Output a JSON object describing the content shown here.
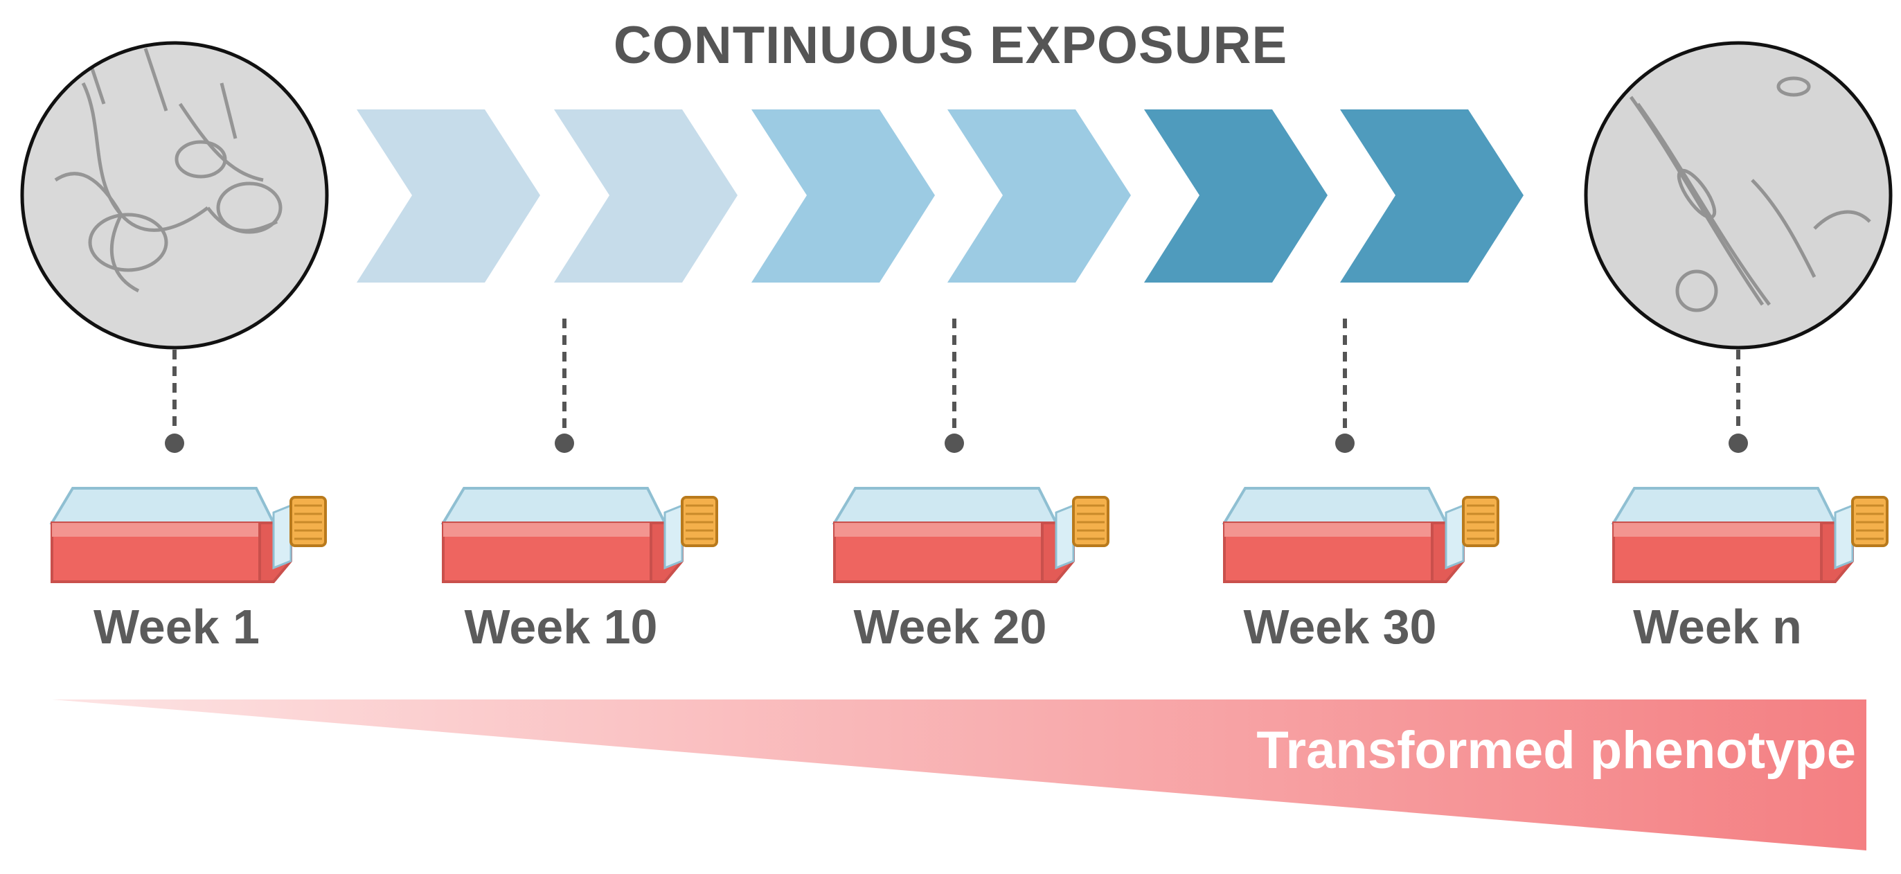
{
  "title": "CONTINUOUS EXPOSURE",
  "arrows": [
    {
      "color": "#c6dcea"
    },
    {
      "color": "#c6dcea"
    },
    {
      "color": "#9ccbe3"
    },
    {
      "color": "#9ccbe3"
    },
    {
      "color": "#4f9bbd"
    },
    {
      "color": "#4f9bbd"
    }
  ],
  "timepoints": [
    {
      "label": "Week 1",
      "micrograph": "clustered-cells-micrograph-icon"
    },
    {
      "label": "Week 10"
    },
    {
      "label": "Week 20"
    },
    {
      "label": "Week 30"
    },
    {
      "label": "Week n",
      "micrograph": "elongated-cells-micrograph-icon"
    }
  ],
  "gradient": {
    "label": "Transformed phenotype",
    "color_start": "#fde4e4",
    "color_end": "#f47f82"
  },
  "colors": {
    "flask_medium": "#ee6560",
    "flask_glass": "#cfe8f2",
    "flask_cap": "#f4b04b",
    "connector": "#555555",
    "text": "#5b5b5b"
  }
}
